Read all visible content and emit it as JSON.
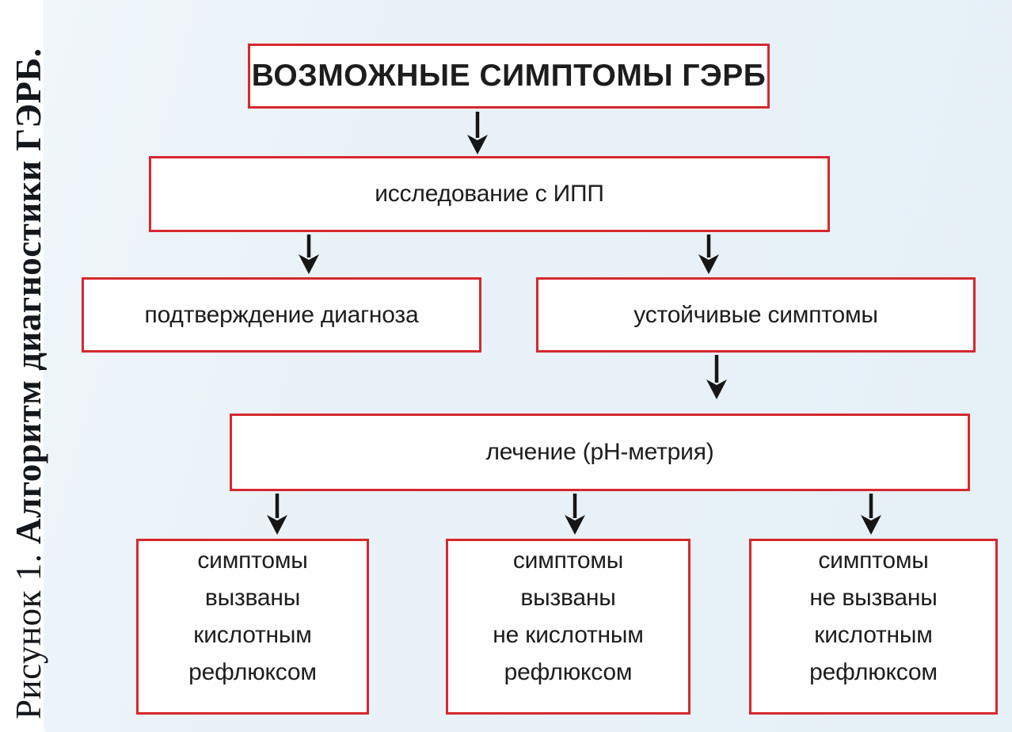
{
  "figure_caption": {
    "prefix": "Рисунок 1. ",
    "bold_title": "Алгоритм диагностики ГЭРБ."
  },
  "flowchart": {
    "title": "ВОЗМОЖНЫЕ СИМПТОМЫ ГЭРБ",
    "step_ipp": "исследование с ИПП",
    "branch_confirm": "подтверждение диагноза",
    "branch_persistent": "устойчивые симптомы",
    "step_treatment": "лечение (pH-метрия)",
    "outcomes": [
      {
        "lines": [
          "симптомы",
          "вызваны",
          "кислотным",
          "рефлюксом"
        ]
      },
      {
        "lines": [
          "симптомы",
          "вызваны",
          "не кислотным",
          "рефлюксом"
        ]
      },
      {
        "lines": [
          "симптомы",
          "не вызваны",
          "кислотным",
          "рефлюксом"
        ]
      }
    ]
  },
  "colors": {
    "box_border": "#d6282e",
    "box_fill": "#fefefe",
    "background_panel": "#e9f2f8",
    "arrow": "#161616",
    "text": "#1d1d1d"
  }
}
